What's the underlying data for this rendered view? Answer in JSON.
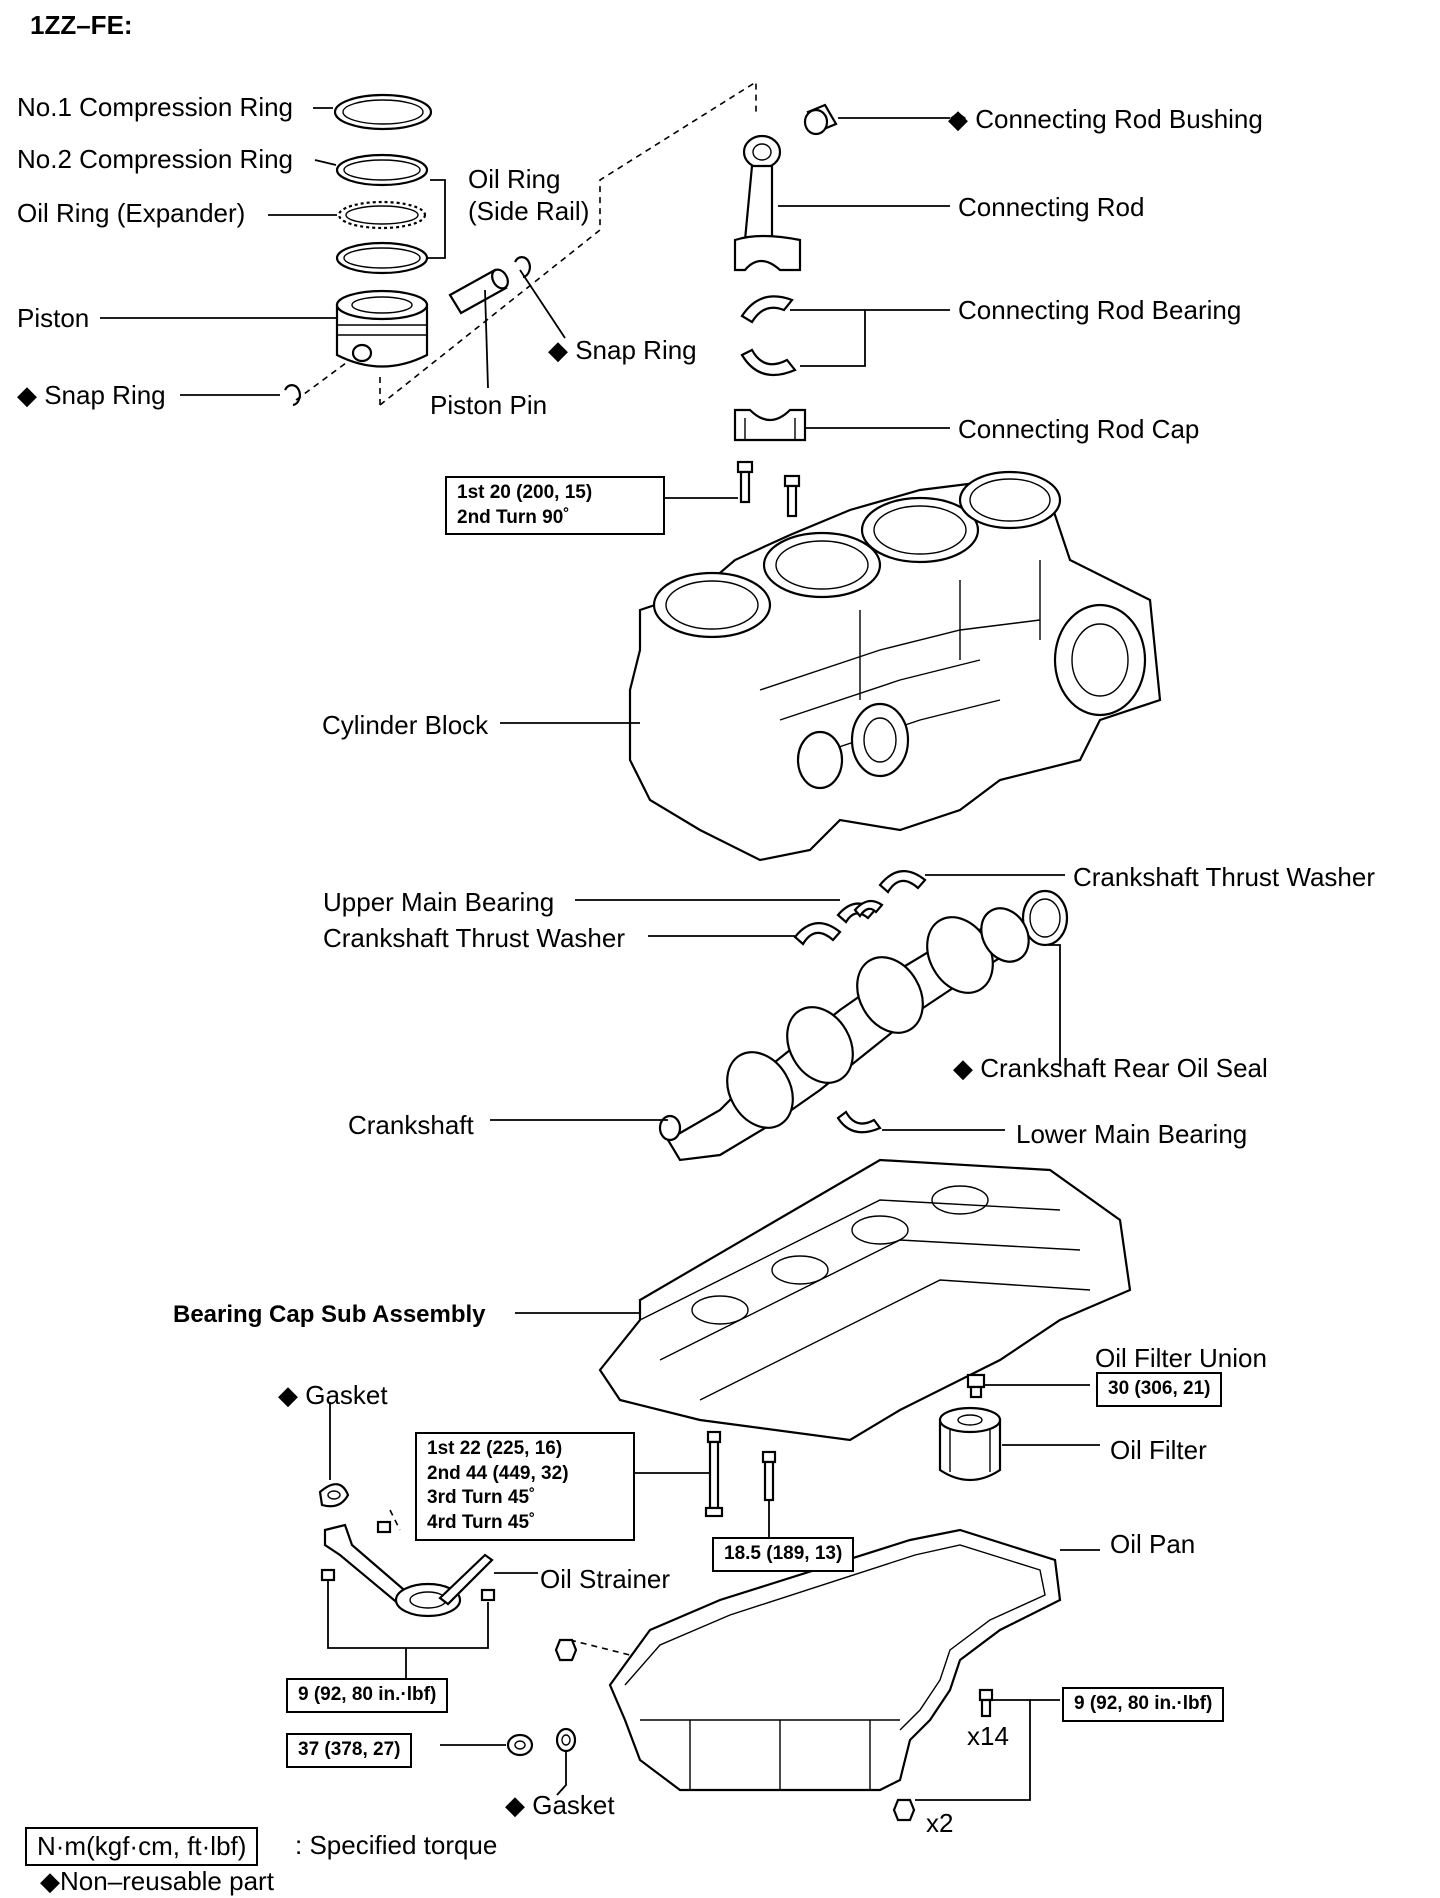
{
  "title": "1ZZ–FE:",
  "labels": {
    "comp_ring_1": "No.1 Compression Ring",
    "comp_ring_2": "No.2 Compression Ring",
    "oil_ring_expander": "Oil Ring (Expander)",
    "oil_ring_side_rail_1": "Oil Ring",
    "oil_ring_side_rail_2": "(Side Rail)",
    "piston": "Piston",
    "snap_ring_left": "◆ Snap Ring",
    "snap_ring_right": "◆ Snap Ring",
    "piston_pin": "Piston Pin",
    "conrod_bushing": "◆ Connecting Rod Bushing",
    "conrod": "Connecting Rod",
    "conrod_bearing": "Connecting Rod Bearing",
    "conrod_cap": "Connecting Rod Cap",
    "cylinder_block": "Cylinder Block",
    "crank_thrust_washer_upper": "Crankshaft Thrust Washer",
    "upper_main_bearing": "Upper Main Bearing",
    "crank_thrust_washer_lower": "Crankshaft Thrust Washer",
    "crank_rear_oil_seal": "◆ Crankshaft Rear Oil Seal",
    "crankshaft": "Crankshaft",
    "lower_main_bearing": "Lower Main Bearing",
    "bearing_cap_sub_assembly": "Bearing Cap Sub Assembly",
    "oil_filter_union": "Oil Filter Union",
    "gasket_top": "◆ Gasket",
    "oil_filter": "Oil Filter",
    "oil_pan": "Oil Pan",
    "oil_strainer": "Oil Strainer",
    "gasket_bottom": "◆ Gasket",
    "x14": "x14",
    "x2": "x2"
  },
  "torques": {
    "conrod_cap": [
      "1st 20 (200, 15)",
      "2nd Turn 90˚"
    ],
    "bearing_cap": [
      "1st 22 (225, 16)",
      "2nd 44 (449, 32)",
      "3rd Turn 45˚",
      "4rd Turn 45˚"
    ],
    "bearing_cap_small": "18.5 (189, 13)",
    "oil_filter_union": "30 (306, 21)",
    "oil_strainer": "9 (92, 80 in.·lbf)",
    "drain_plug": "37 (378, 27)",
    "oil_pan": "9 (92, 80 in.·lbf)"
  },
  "legend": {
    "torque_unit": "N·m(kgf·cm, ft·lbf)",
    "torque_desc": ": Specified torque",
    "non_reusable": "◆Non–reusable part"
  }
}
